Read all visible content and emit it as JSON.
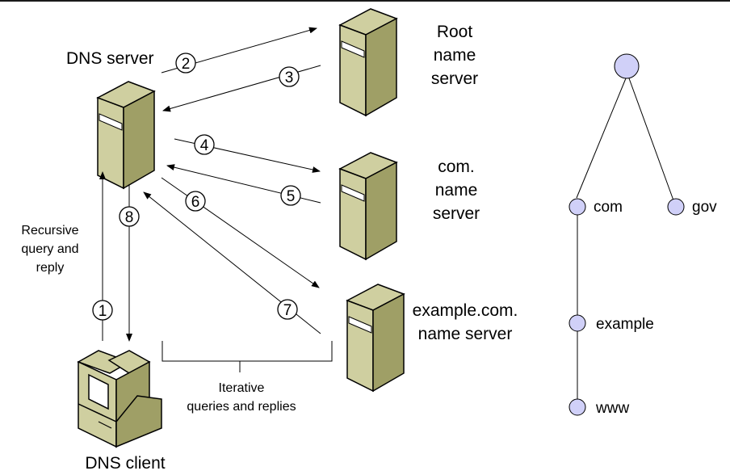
{
  "labels": {
    "dns_server": "DNS server",
    "root_server": [
      "Root",
      "name",
      "server"
    ],
    "com_server": [
      "com.",
      "name",
      "server"
    ],
    "example_server": [
      "example.com.",
      "name server"
    ],
    "dns_client": "DNS client",
    "recursive": [
      "Recursive",
      "query and",
      "reply"
    ],
    "iterative": [
      "Iterative",
      "queries and replies"
    ]
  },
  "steps": [
    "1",
    "2",
    "3",
    "4",
    "5",
    "6",
    "7",
    "8"
  ],
  "tree": {
    "root": "",
    "com": "com",
    "gov": "gov",
    "example": "example",
    "www": "www"
  },
  "colors": {
    "server_front": "#cfcfa0",
    "server_side": "#9f9f66",
    "tree_node": "#d0d0f8"
  }
}
